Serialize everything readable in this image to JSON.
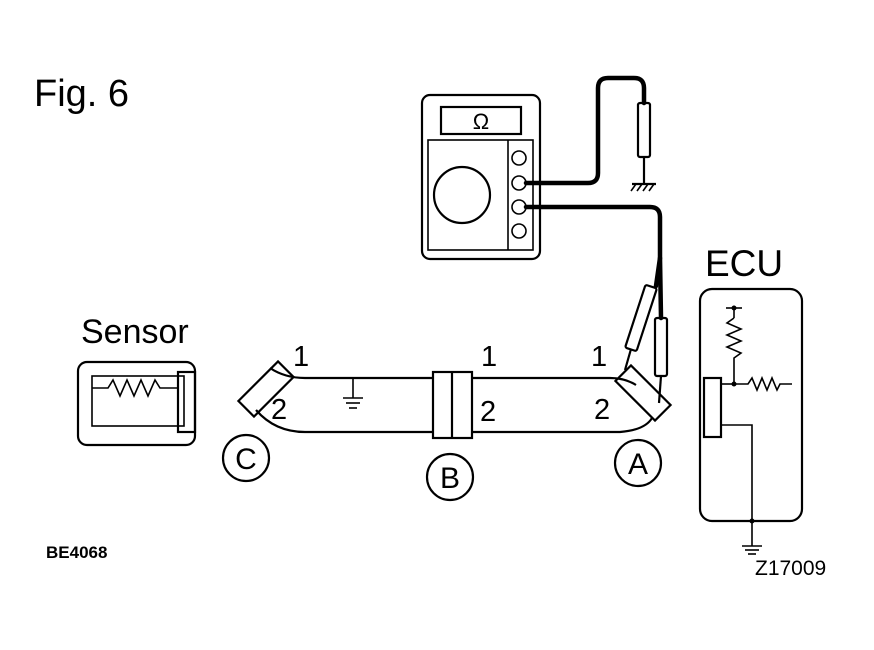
{
  "figure": {
    "title": "Fig. 6",
    "code_left": "BE4068",
    "code_right": "Z17009"
  },
  "labels": {
    "sensor": "Sensor",
    "ecu": "ECU",
    "meter_unit": "Ω"
  },
  "connectors": [
    {
      "id": "C",
      "pin_top": "1",
      "pin_bottom": "2"
    },
    {
      "id": "B",
      "pin_top": "1",
      "pin_bottom": "2"
    },
    {
      "id": "A",
      "pin_top": "1",
      "pin_bottom": "2"
    }
  ]
}
